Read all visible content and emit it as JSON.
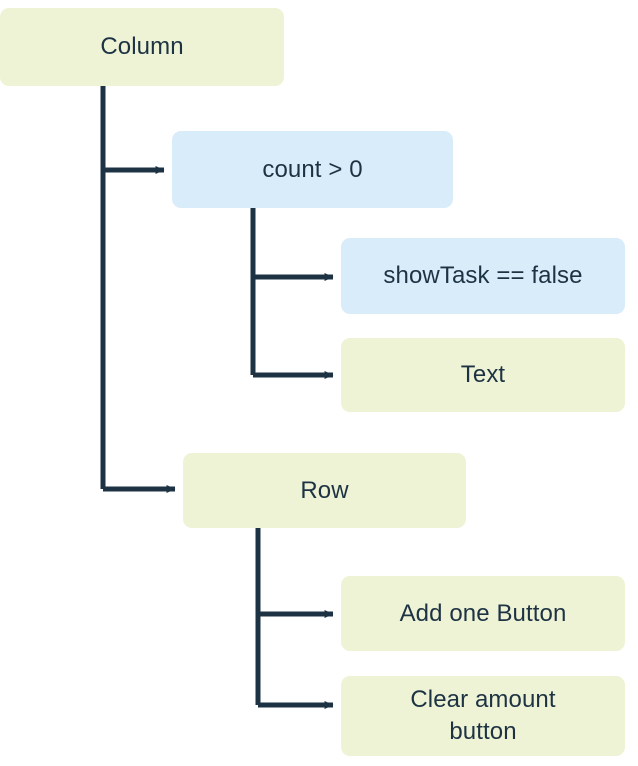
{
  "diagram": {
    "type": "widget-tree",
    "background": "#ffffff",
    "palette": {
      "node_yellow": "#eff3d5",
      "node_blue": "#d9ecfa",
      "edge_stroke": "#1d3344",
      "text": "#1d3344"
    },
    "nodes": [
      {
        "id": "column",
        "label": "Column",
        "fill": "#eff3d5",
        "depth": 0
      },
      {
        "id": "count",
        "label": "count > 0",
        "fill": "#d9ecfa",
        "depth": 1
      },
      {
        "id": "showtask",
        "label": "showTask == false",
        "fill": "#d9ecfa",
        "depth": 2
      },
      {
        "id": "text",
        "label": "Text",
        "fill": "#eff3d5",
        "depth": 2
      },
      {
        "id": "row",
        "label": "Row",
        "fill": "#eff3d5",
        "depth": 1
      },
      {
        "id": "addone",
        "label": "Add one Button",
        "fill": "#eff3d5",
        "depth": 2
      },
      {
        "id": "clear",
        "label": "Clear amount\nbutton",
        "fill": "#eff3d5",
        "depth": 2
      }
    ],
    "edges": [
      {
        "from": "column",
        "to": "count",
        "style": "elbow-arrow"
      },
      {
        "from": "column",
        "to": "row",
        "style": "elbow-arrow"
      },
      {
        "from": "count",
        "to": "showtask",
        "style": "elbow-arrow"
      },
      {
        "from": "count",
        "to": "text",
        "style": "elbow-arrow"
      },
      {
        "from": "row",
        "to": "addone",
        "style": "elbow-arrow"
      },
      {
        "from": "row",
        "to": "clear",
        "style": "elbow-arrow"
      }
    ]
  }
}
